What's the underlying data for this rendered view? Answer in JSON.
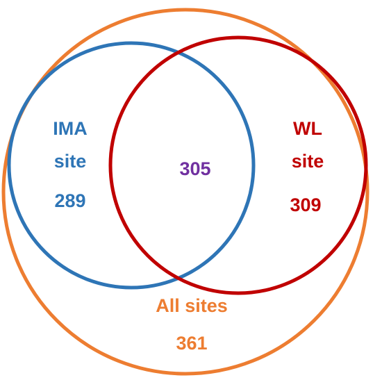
{
  "colors": {
    "ima": "#2E75B6",
    "wl": "#C00000",
    "all": "#ED7D31",
    "intersection": "#7030A0"
  },
  "sets": {
    "ima": {
      "name_line1": "IMA",
      "name_line2": "site",
      "count": "289"
    },
    "wl": {
      "name_line1": "WL",
      "name_line2": "site",
      "count": "309"
    },
    "intersection": {
      "count": "305"
    },
    "all": {
      "name": "All sites",
      "count": "361"
    }
  }
}
